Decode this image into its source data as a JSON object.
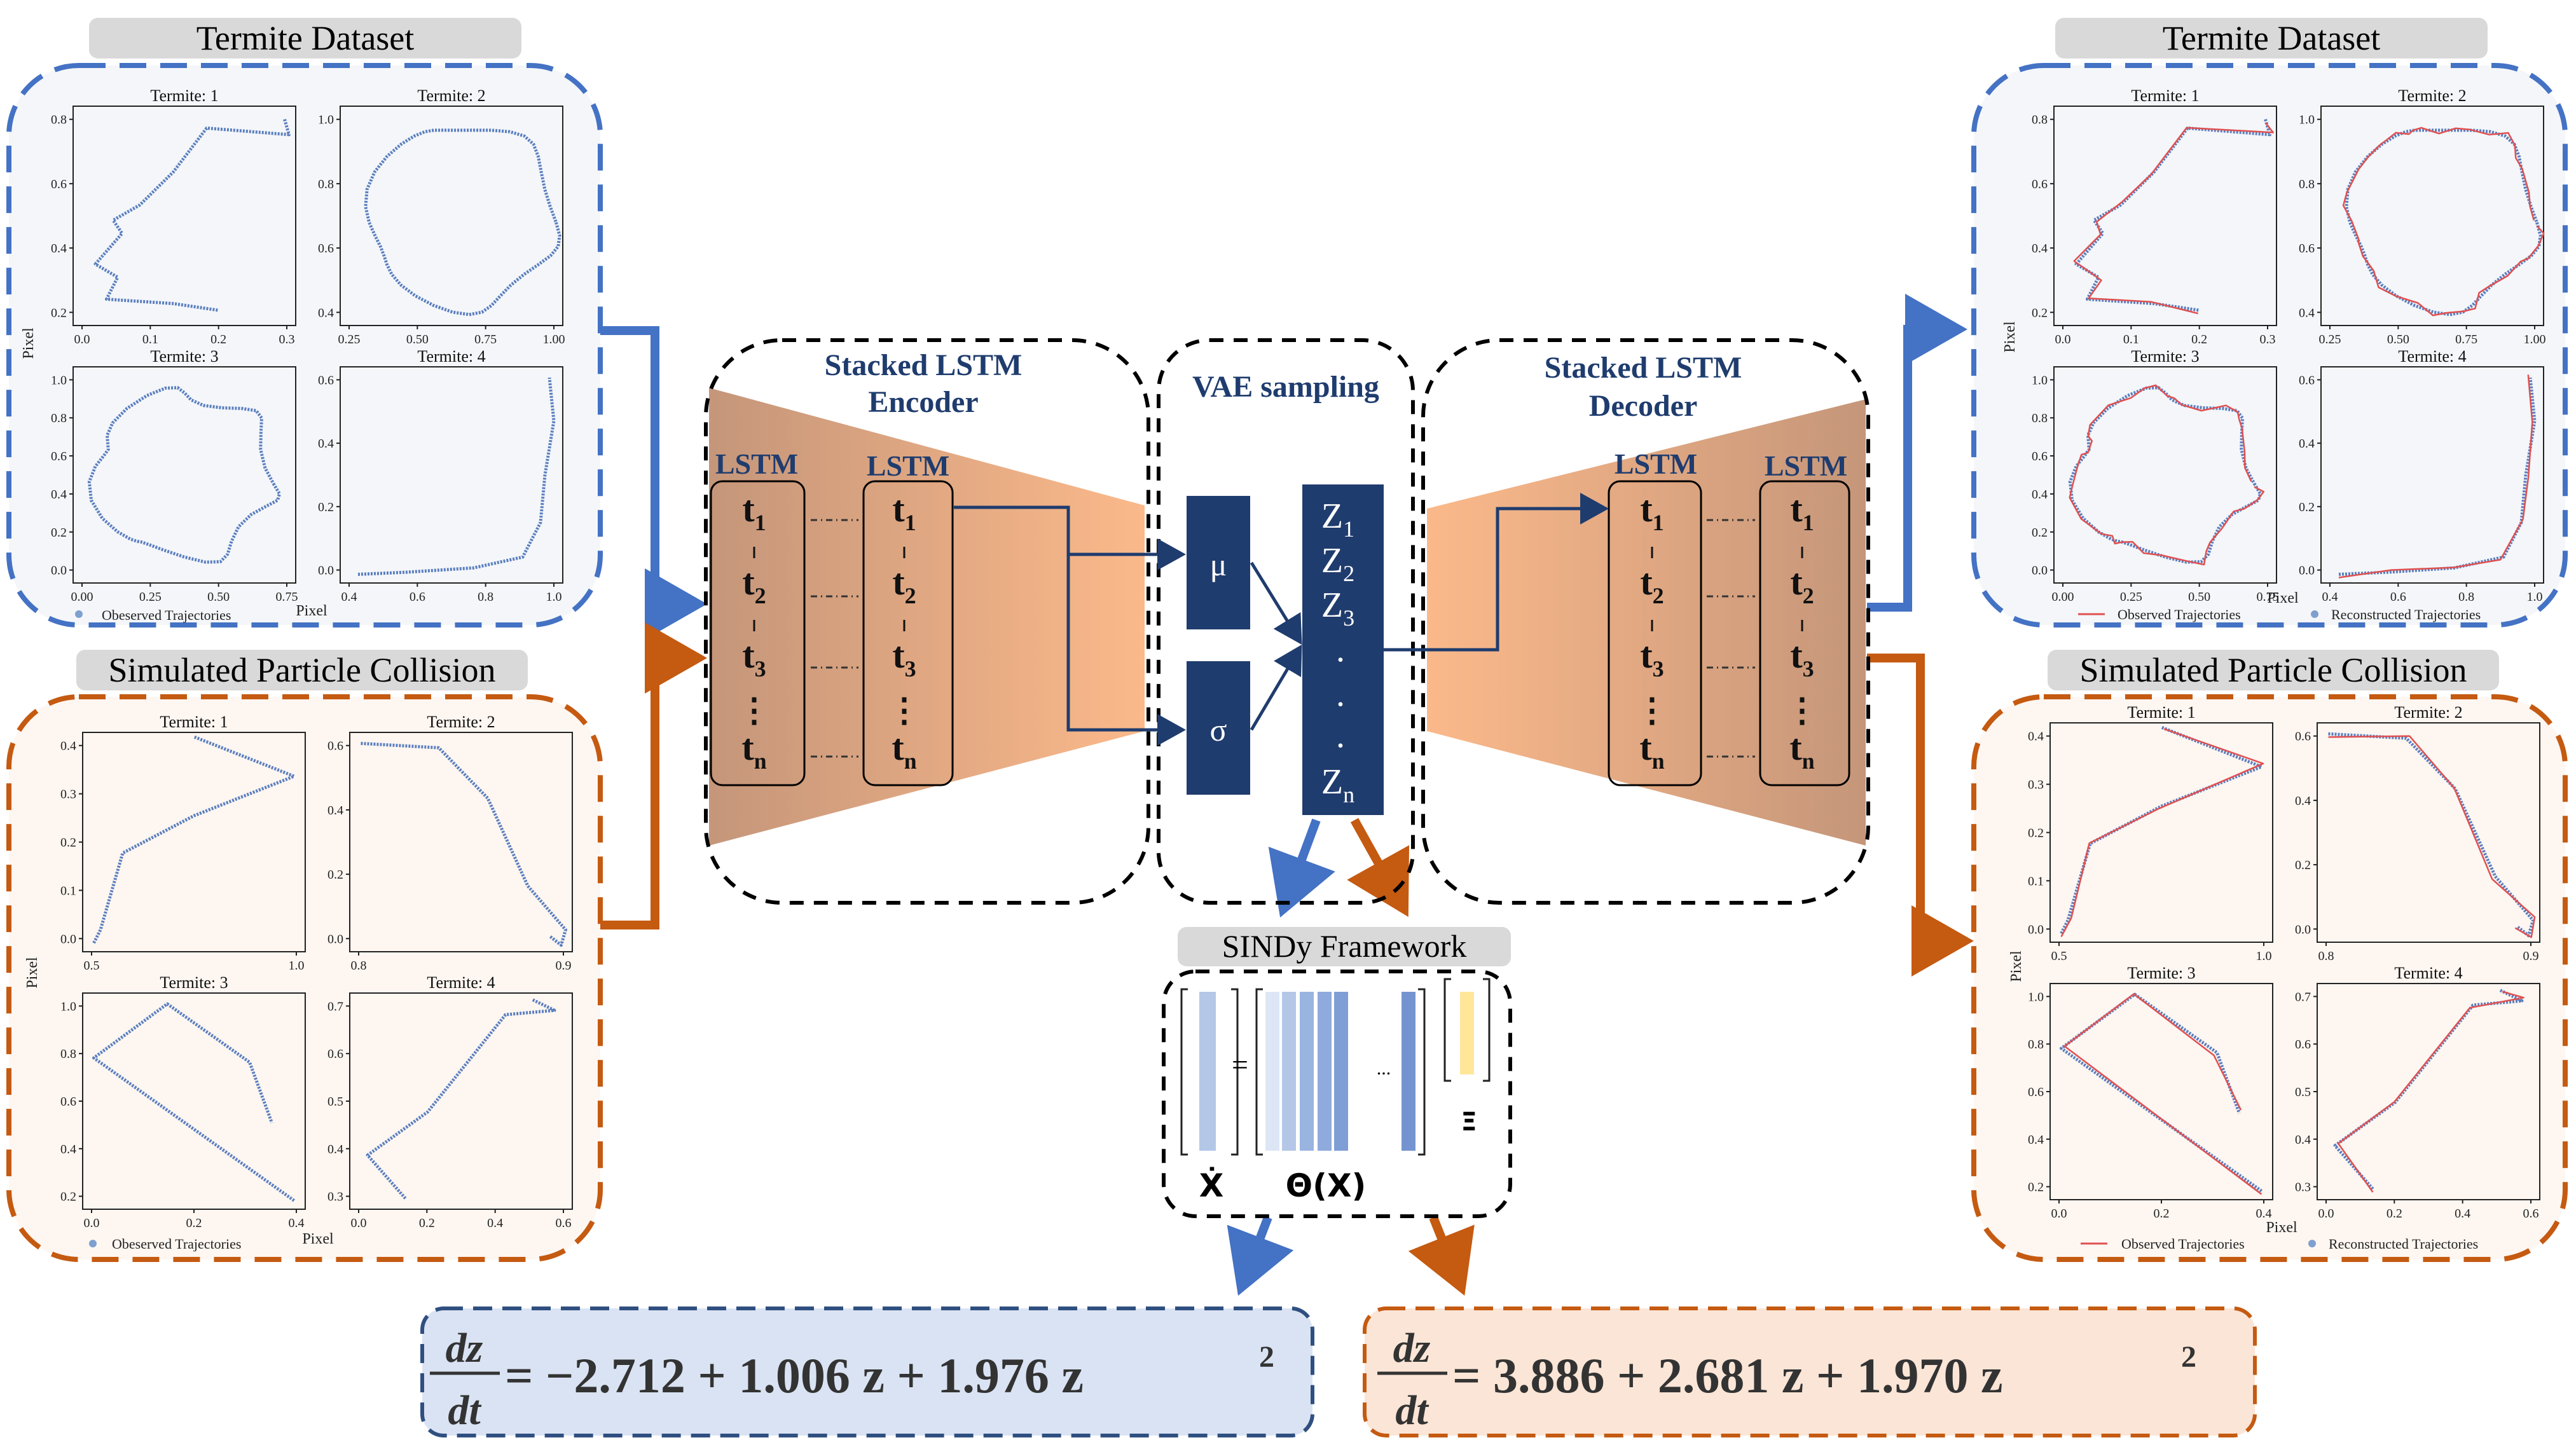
{
  "colors": {
    "blue": "#4472c4",
    "orange": "#c55a11",
    "navy": "#1f3c6e",
    "panel_blue_bg": "#f4f6f9",
    "panel_orange_bg": "#fdf6f1",
    "title_bg": "#d9d9d9",
    "eq_blue_bg": "#dae3f3",
    "eq_orange_bg": "#fbe5d6",
    "sindy_light": "#b4c7e7",
    "sindy_mid": "#8faadc",
    "sindy_dark": "#7593d0",
    "xi_yellow": "#ffe699",
    "recon_red": "#e05050"
  },
  "panels": {
    "termite_title": "Termite Dataset",
    "particle_title": "Simulated Particle Collision",
    "ylabel": "Pixel",
    "xlabel": "Pixel",
    "legend_observed_left": "Obeserved Trajectories",
    "legend_observed_right": "Observed Trajectories",
    "legend_reconstructed": "Reconstructed Trajectories",
    "subplot_titles": [
      "Termite: 1",
      "Termite: 2",
      "Termite: 3",
      "Termite: 4"
    ],
    "termite_ticks": {
      "p1": {
        "x": [
          "0.0",
          "0.1",
          "0.2",
          "0.3"
        ],
        "y": [
          "0.2",
          "0.4",
          "0.6",
          "0.8"
        ]
      },
      "p2": {
        "x": [
          "0.25",
          "0.50",
          "0.75",
          "1.00"
        ],
        "y": [
          "0.4",
          "0.6",
          "0.8",
          "1.0"
        ]
      },
      "p3": {
        "x": [
          "0.00",
          "0.25",
          "0.50",
          "0.75"
        ],
        "y": [
          "0.0",
          "0.2",
          "0.4",
          "0.6",
          "0.8",
          "1.0"
        ]
      },
      "p4": {
        "x": [
          "0.4",
          "0.6",
          "0.8",
          "1.0"
        ],
        "y": [
          "0.0",
          "0.2",
          "0.4",
          "0.6"
        ]
      }
    },
    "particle_ticks": {
      "p1": {
        "x": [
          "0.5",
          "1.0"
        ],
        "y": [
          "0.0",
          "0.1",
          "0.2",
          "0.3",
          "0.4"
        ]
      },
      "p2": {
        "x": [
          "0.8",
          "0.9"
        ],
        "y": [
          "0.0",
          "0.2",
          "0.4",
          "0.6"
        ]
      },
      "p3": {
        "x": [
          "0.0",
          "0.2",
          "0.4"
        ],
        "y": [
          "0.2",
          "0.4",
          "0.6",
          "0.8",
          "1.0"
        ]
      },
      "p4": {
        "x": [
          "0.0",
          "0.2",
          "0.4",
          "0.6"
        ],
        "y": [
          "0.3",
          "0.4",
          "0.5",
          "0.6",
          "0.7"
        ]
      }
    }
  },
  "encoder": {
    "title_line1": "Stacked LSTM",
    "title_line2": "Encoder",
    "lstm_label": "LSTM",
    "cells": [
      "t",
      "t",
      "t",
      "t"
    ],
    "subscripts": [
      "1",
      "2",
      "3",
      "n"
    ]
  },
  "decoder": {
    "title_line1": "Stacked LSTM",
    "title_line2": "Decoder",
    "lstm_label": "LSTM"
  },
  "vae": {
    "title": "VAE sampling",
    "mu": "μ",
    "sigma": "σ",
    "z_letter": "Z",
    "z_subscripts": [
      "1",
      "2",
      "3",
      "n"
    ],
    "dot": "."
  },
  "sindy": {
    "title": "SINDy Framework",
    "xdot": "Ẋ",
    "theta": "Θ(X)",
    "xi": "Ξ",
    "equals": "=",
    "ellipsis": "..."
  },
  "equations": {
    "lhs_num": "dz",
    "lhs_den": "dt",
    "blue_rhs": "= −2.712 + 1.006 z + 1.976 z",
    "orange_rhs": "= 3.886 + 2.681 z + 1.970 z",
    "power": "2"
  }
}
